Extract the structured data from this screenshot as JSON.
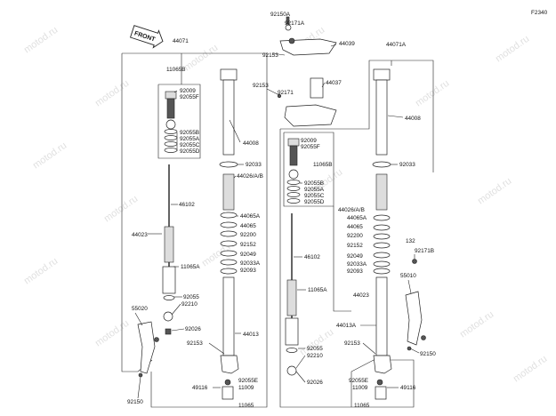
{
  "diagram": {
    "code": "F2340",
    "front_label": "FRONT",
    "watermark": "motod.ru",
    "labels": {
      "l44071": "44071",
      "l11065B_left": "11065B",
      "l92009_left": "92009",
      "l92055F_left": "92055F",
      "l92055B_left": "92055B",
      "l92055A_left": "92055A",
      "l92055C_left": "92055C",
      "l92055D_left": "92055D",
      "l46102_left": "46102",
      "l44023_left": "44023",
      "l11065A_left": "11065A",
      "l92055_left": "92055",
      "l92210_left": "92210",
      "l92026_left": "92026",
      "l92153_left": "92153",
      "l55020": "55020",
      "l92150_left": "92150",
      "l92055E_left": "92055E",
      "l49116_left": "49116",
      "l11009_left": "11009",
      "l11065_left": "11065",
      "l44008_left": "44008",
      "l92033_left": "92033",
      "l44026_left": "44026/A/B",
      "l44065A_left": "44065A",
      "l44065_left": "44065",
      "l92200_left": "92200",
      "l92152_left": "92152",
      "l92049_left": "92049",
      "l92033A_left": "92033A",
      "l92093_left": "92093",
      "l44013_left": "44013",
      "l92150A": "92150A",
      "l92171A": "92171A",
      "l44039": "44039",
      "l92153_top": "92153",
      "l92153_mid": "92153",
      "l92171": "92171",
      "l44037": "44037",
      "l44071A": "44071A",
      "l44008_right": "44008",
      "l92033_right": "92033",
      "l92009_right": "92009",
      "l92055F_right": "92055F",
      "l11065B_right": "11065B",
      "l92055B_right": "92055B",
      "l92055A_right": "92055A",
      "l92055C_right": "92055C",
      "l92055D_right": "92055D",
      "l44026_right": "44026/A/B",
      "l44065A_right": "44065A",
      "l44065_right": "44065",
      "l92200_right": "92200",
      "l92152_right": "92152",
      "l92049_right": "92049",
      "l92033A_right": "92033A",
      "l92093_right": "92093",
      "l46102_right": "46102",
      "l11065A_right": "11065A",
      "l44023_right": "44023",
      "l44013A": "44013A",
      "l92055_right": "92055",
      "l92210_right": "92210",
      "l92153_right": "92153",
      "l92026_right": "92026",
      "l92055E_right": "92055E",
      "l11009_right": "11009",
      "l49116_right": "49116",
      "l11065_right": "11065",
      "l132": "132",
      "l92171B": "92171B",
      "l55010": "55010",
      "l92150_right": "92150"
    }
  }
}
